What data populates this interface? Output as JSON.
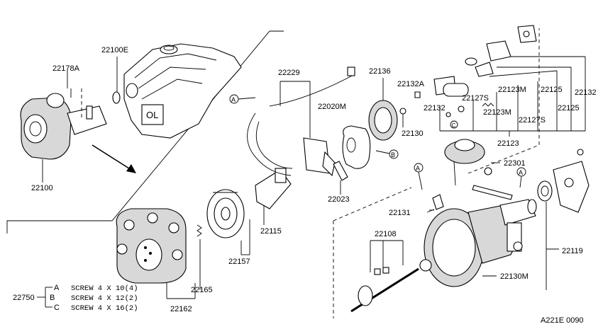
{
  "part_numbers": {
    "p22178A": "22178A",
    "p22100E": "22100E",
    "p22100": "22100",
    "p22229": "22229",
    "p22020M": "22020M",
    "p22136": "22136",
    "p22132A": "22132A",
    "p22130": "22130",
    "p22132a": "22132",
    "p22127S_a": "22127S",
    "p22123M_a": "22123M",
    "p22123M_b": "22123M",
    "p22127S_b": "22127S",
    "p22125_a": "22125",
    "p22125_b": "22125",
    "p22132b": "22132",
    "p22123": "22123",
    "p22301": "22301",
    "p22023": "22023",
    "p22131": "22131",
    "p22115": "22115",
    "p22157": "22157",
    "p22108": "22108",
    "p22119": "22119",
    "p22130M": "22130M",
    "p22165": "22165",
    "p22162": "22162"
  },
  "screw_legend": {
    "group_code": "22750",
    "items": [
      {
        "letter": "A",
        "text": "SCREW 4 X 10(4)"
      },
      {
        "letter": "B",
        "text": "SCREW 4 X 12(2)"
      },
      {
        "letter": "C",
        "text": "SCREW 4 X 16(2)"
      }
    ]
  },
  "callout_letters": {
    "a1": "A",
    "b1": "B",
    "a2": "A",
    "a3": "A",
    "c1": "C"
  },
  "engine_mark": "OL",
  "diagram_code": "A221E 0090"
}
